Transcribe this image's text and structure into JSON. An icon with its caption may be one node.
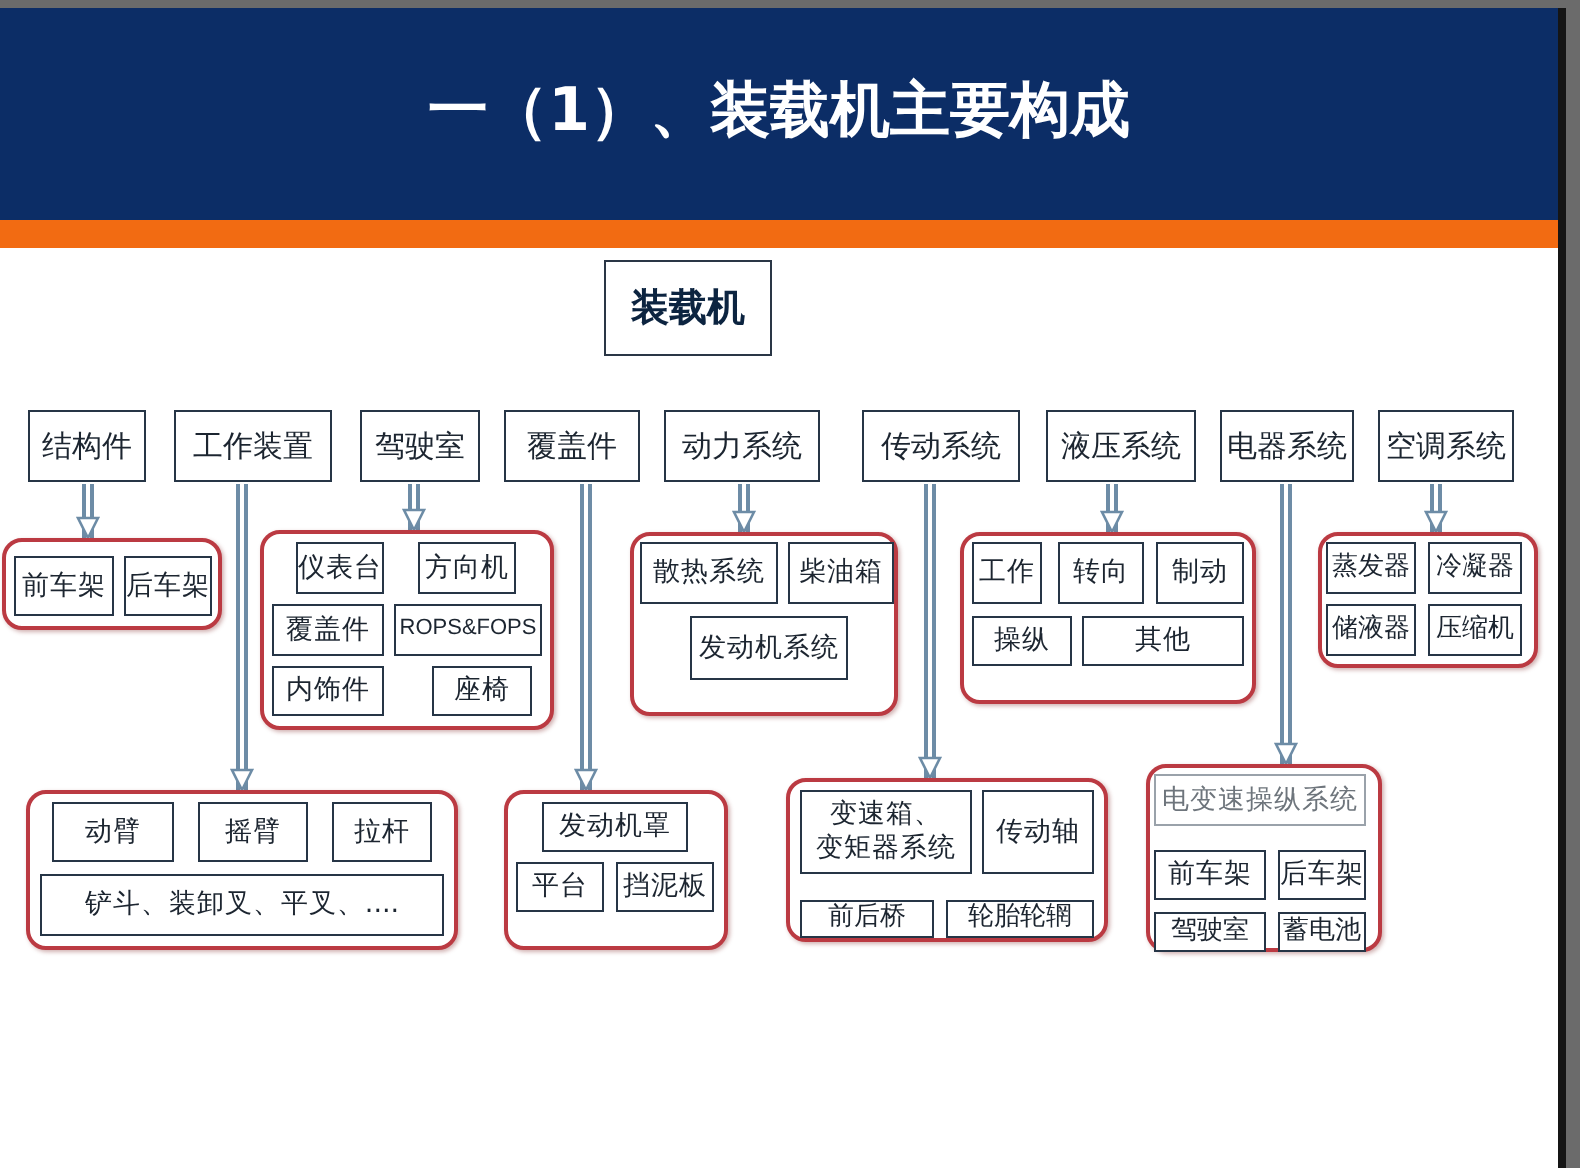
{
  "diagram": {
    "title": "一（1）、装载机主要构成",
    "nodes": [
      {
        "text": [
          "装载机"
        ]
      },
      {
        "text": [
          "结构件"
        ]
      },
      {
        "text": [
          "工作装置"
        ]
      },
      {
        "text": [
          "驾驶室"
        ]
      },
      {
        "text": [
          "覆盖件"
        ]
      },
      {
        "text": [
          "动力系统"
        ]
      },
      {
        "text": [
          "传动系统"
        ]
      },
      {
        "text": [
          "液压系统"
        ]
      },
      {
        "text": [
          "电器系统"
        ]
      },
      {
        "text": [
          "空调系统"
        ]
      },
      {
        "text": [],
        "shape": "box"
      },
      {
        "text": [
          "前车架"
        ],
        "in": 10
      },
      {
        "text": [
          "后车架"
        ],
        "in": 10
      },
      {
        "text": [],
        "shape": "box"
      },
      {
        "text": [
          "仪表台"
        ],
        "in": 13
      },
      {
        "text": [
          "方向机"
        ],
        "in": 13
      },
      {
        "text": [
          "覆盖件"
        ],
        "in": 13
      },
      {
        "text": [
          "ROPS&FOPS"
        ],
        "in": 13
      },
      {
        "text": [
          "内饰件"
        ],
        "in": 13
      },
      {
        "text": [
          "座椅"
        ],
        "in": 13
      },
      {
        "text": [],
        "shape": "box"
      },
      {
        "text": [
          "散热系统"
        ],
        "in": 20
      },
      {
        "text": [
          "柴油箱"
        ],
        "in": 20
      },
      {
        "text": [
          "发动机系统"
        ],
        "in": 20
      },
      {
        "text": [],
        "shape": "box"
      },
      {
        "text": [
          "工作"
        ],
        "in": 24
      },
      {
        "text": [
          "转向"
        ],
        "in": 24
      },
      {
        "text": [
          "制动"
        ],
        "in": 24
      },
      {
        "text": [
          "操纵"
        ],
        "in": 24
      },
      {
        "text": [
          "其他"
        ],
        "in": 24
      },
      {
        "text": [],
        "shape": "box"
      },
      {
        "text": [
          "蒸发器"
        ],
        "in": 30
      },
      {
        "text": [
          "冷凝器"
        ],
        "in": 30
      },
      {
        "text": [
          "储液器"
        ],
        "in": 30
      },
      {
        "text": [
          "压缩机"
        ],
        "in": 30
      },
      {
        "text": [],
        "shape": "box"
      },
      {
        "text": [
          "动臂"
        ],
        "in": 35
      },
      {
        "text": [
          "摇臂"
        ],
        "in": 35
      },
      {
        "text": [
          "拉杆"
        ],
        "in": 35
      },
      {
        "text": [
          "铲斗、装卸叉、平叉、...."
        ],
        "in": 35
      },
      {
        "text": [],
        "shape": "box"
      },
      {
        "text": [
          "发动机罩"
        ],
        "in": 40
      },
      {
        "text": [
          "平台"
        ],
        "in": 40
      },
      {
        "text": [
          "挡泥板"
        ],
        "in": 40
      },
      {
        "text": [],
        "shape": "box"
      },
      {
        "text": [
          "变速箱、变矩器系统"
        ],
        "in": 44
      },
      {
        "text": [
          "传动轴"
        ],
        "in": 44
      },
      {
        "text": [
          "前后桥"
        ],
        "in": 44
      },
      {
        "text": [
          "轮胎轮辋"
        ],
        "in": 44
      },
      {
        "text": [],
        "shape": "box"
      },
      {
        "text": [
          "电变速操纵系统"
        ],
        "in": 49
      },
      {
        "text": [
          "前车架"
        ],
        "in": 49
      },
      {
        "text": [
          "后车架"
        ],
        "in": 49
      },
      {
        "text": [
          "驾驶室"
        ],
        "in": 49
      },
      {
        "text": [
          "蓄电池"
        ],
        "in": 49
      }
    ],
    "edges": [
      {
        "from": 1,
        "to": 10,
        "arrow": "to"
      },
      {
        "from": 2,
        "to": 35,
        "arrow": "to"
      },
      {
        "from": 3,
        "to": 13,
        "arrow": "to"
      },
      {
        "from": 4,
        "to": 40,
        "arrow": "to"
      },
      {
        "from": 5,
        "to": 20,
        "arrow": "to"
      },
      {
        "from": 6,
        "to": 44,
        "arrow": "to"
      },
      {
        "from": 7,
        "to": 24,
        "arrow": "to"
      },
      {
        "from": 8,
        "to": 49,
        "arrow": "to"
      },
      {
        "from": 9,
        "to": 30,
        "arrow": "to"
      }
    ]
  }
}
